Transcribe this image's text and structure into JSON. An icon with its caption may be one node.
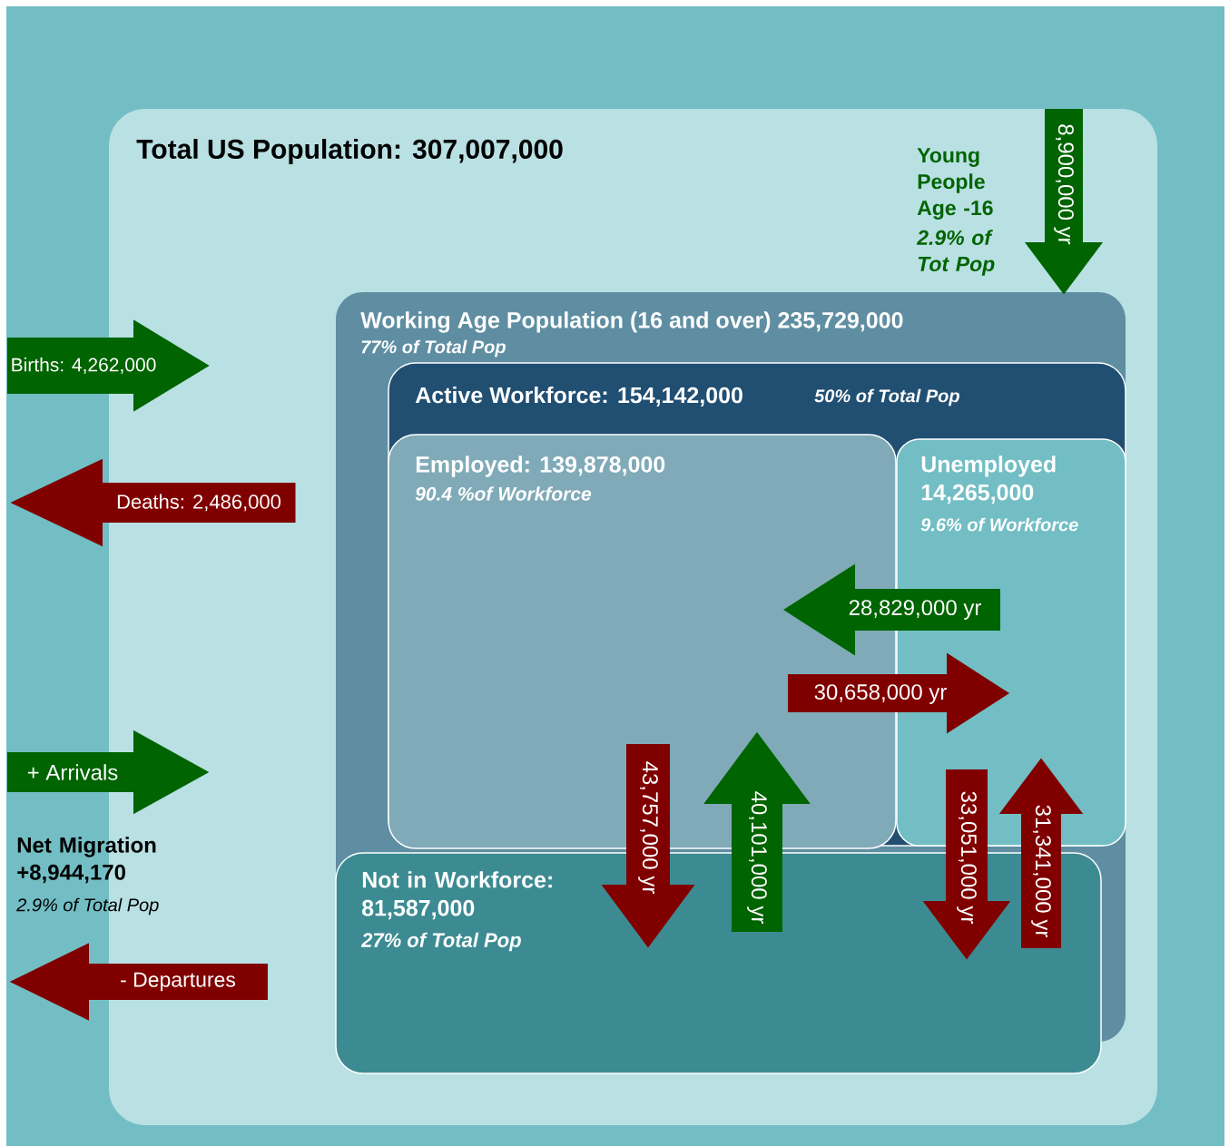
{
  "diagram": {
    "nodes": [
      {
        "text": [
          "Total US Population: 307,007,000"
        ]
      },
      {
        "text": [
          "Working Age Population (16 and over) 235,729,000",
          "77% of Total Pop"
        ],
        "in": 0
      },
      {
        "text": [
          "Active Workforce: 154,142,000",
          "50% of Total Pop"
        ],
        "in": 1
      },
      {
        "text": [
          "Employed:  139,878,000",
          "90.4 %of Workforce"
        ],
        "in": 2
      },
      {
        "text": [
          "Unemployed 14,265,000",
          "9.6% of Workforce"
        ],
        "in": 2
      },
      {
        "text": [
          "Not in Workforce: 81,587,000",
          "27% of Total Pop"
        ],
        "in": 0
      }
    ],
    "edges": [
      {
        "from": null,
        "to": 0,
        "arrow": "to",
        "label": "Births: 4,262,000",
        "color": "#006400"
      },
      {
        "from": 0,
        "to": null,
        "arrow": "to",
        "label": "Deaths: 2,486,000",
        "color": "#800000"
      },
      {
        "from": null,
        "to": 0,
        "arrow": "to",
        "label": "+ Arrivals",
        "color": "#006400"
      },
      {
        "from": 0,
        "to": null,
        "arrow": "to",
        "label": "- Departures",
        "color": "#800000"
      },
      {
        "from": 0,
        "to": 1,
        "arrow": "to",
        "label": "8,900,000 yr",
        "color": "#006400"
      },
      {
        "from": 4,
        "to": 3,
        "arrow": "to",
        "label": "28,829,000 yr",
        "color": "#006400"
      },
      {
        "from": 3,
        "to": 4,
        "arrow": "to",
        "label": "30,658,000 yr",
        "color": "#800000"
      },
      {
        "from": 3,
        "to": 5,
        "arrow": "to",
        "label": "43,757,000 yr",
        "color": "#800000"
      },
      {
        "from": 5,
        "to": 3,
        "arrow": "to",
        "label": "40,101,000 yr",
        "color": "#006400"
      },
      {
        "from": 4,
        "to": 5,
        "arrow": "to",
        "label": "33,051,000 yr",
        "color": "#800000"
      },
      {
        "from": 5,
        "to": 4,
        "arrow": "to",
        "label": "31,341,000 yr",
        "color": "#800000"
      }
    ],
    "labels": [
      "Young People Age -16",
      "2.9% of Tot Pop",
      "Net Migration +8,944,170",
      "2.9% of Total Pop"
    ]
  }
}
